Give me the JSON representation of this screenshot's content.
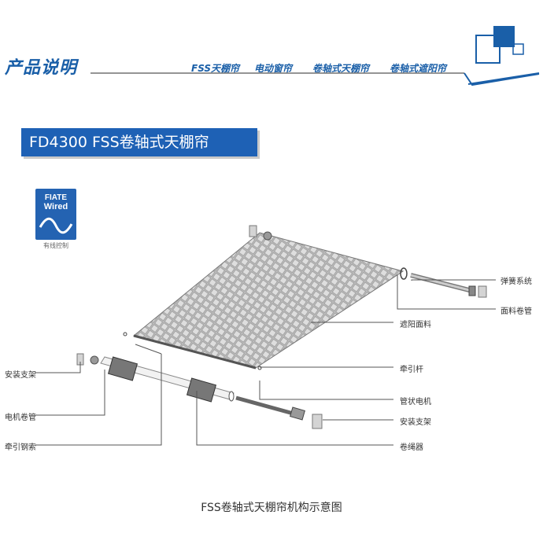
{
  "header": {
    "section_title": "产品说明",
    "nav": [
      "FSS天棚帘",
      "电动窗帘",
      "卷轴式天棚帘",
      "卷轴式遮阳帘"
    ]
  },
  "product_title": "FD4300 FSS卷轴式天棚帘",
  "badge": {
    "line1": "FIATE",
    "line2": "Wired",
    "caption": "有线控制"
  },
  "labels": {
    "spring_system": "弹簧系统",
    "fabric_tube": "面料卷管",
    "shading_fabric": "遮阳面料",
    "traction_bar": "牵引杆",
    "tubular_motor": "管状电机",
    "bracket_right": "安装支架",
    "rope_winder": "卷绳器",
    "bracket_left": "安装支架",
    "motor_tube": "电机卷管",
    "traction_cable": "牵引钢索"
  },
  "caption": "FSS卷轴式天棚帘机构示意图",
  "colors": {
    "brand_blue": "#1e61b5",
    "header_blue": "#1a5fa8"
  }
}
